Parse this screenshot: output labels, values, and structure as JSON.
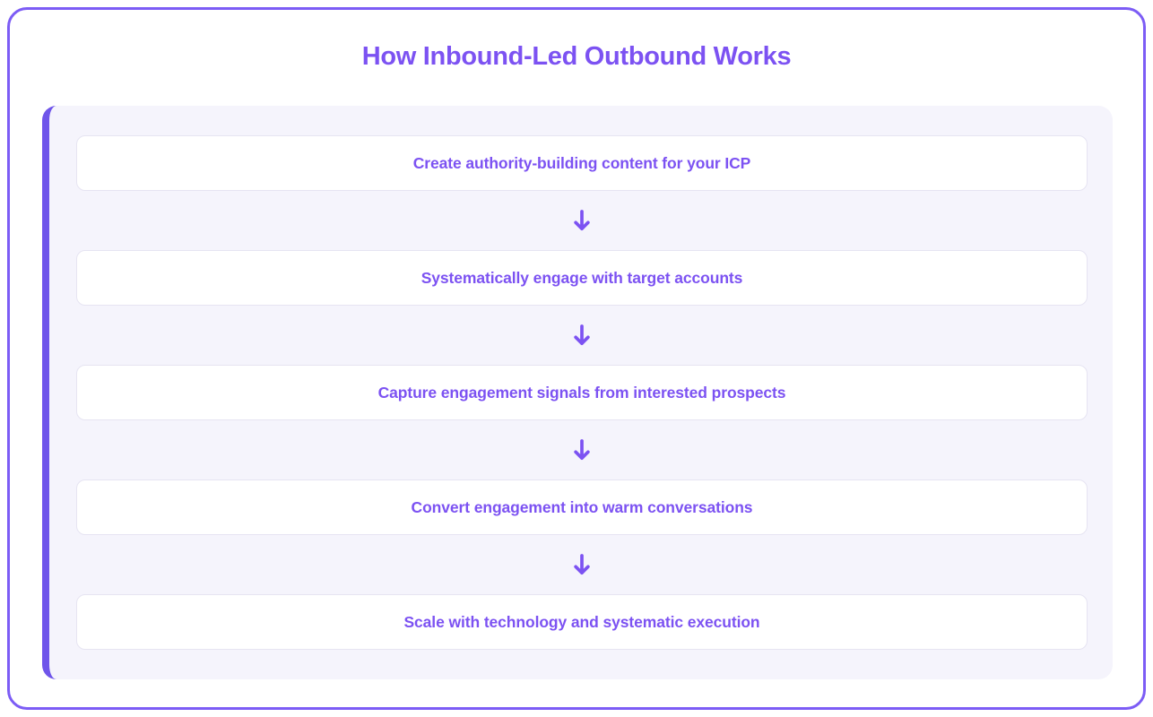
{
  "title": "How Inbound-Led Outbound Works",
  "flow": {
    "steps": [
      {
        "label": "Create authority-building content for your ICP"
      },
      {
        "label": "Systematically engage with target accounts"
      },
      {
        "label": "Capture engagement signals from interested prospects"
      },
      {
        "label": "Convert engagement into warm conversations"
      },
      {
        "label": "Scale with technology and systematic execution"
      }
    ],
    "connector_icon": "arrow-down-icon"
  },
  "colors": {
    "purple_text": "#7C52F2",
    "frame_border": "#7C5CF5",
    "accent_bar": "#6F55EA",
    "panel_bg": "#F5F4FC",
    "card_bg": "#FFFFFF",
    "card_border": "#E6E4F2",
    "page_bg": "#FFFFFF"
  }
}
